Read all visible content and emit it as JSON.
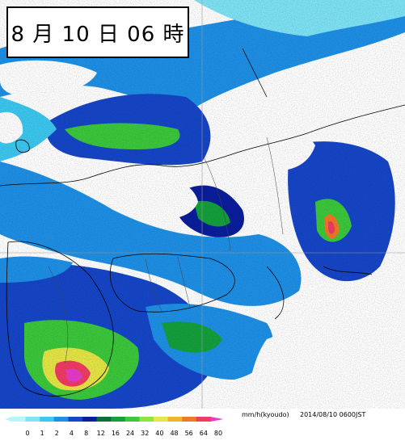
{
  "header": {
    "time_label": "8 月 10 日 06 時"
  },
  "legend": {
    "unit_label": "mm/h(kyoudo)",
    "timestamp": "2014/08/10 0600JST",
    "ticks": [
      "0",
      "1",
      "2",
      "4",
      "8",
      "12",
      "16",
      "24",
      "32",
      "40",
      "48",
      "56",
      "64",
      "80"
    ],
    "colors": [
      "#b8f4f8",
      "#7fe4f5",
      "#3cc8f0",
      "#1e90e6",
      "#1646c8",
      "#0a1e9c",
      "#0d6e3c",
      "#14a03c",
      "#3cc83c",
      "#8ce63c",
      "#e6e646",
      "#f0b428",
      "#f07828",
      "#f03c64",
      "#e63cc8"
    ],
    "no_data_color": "#ffffff"
  },
  "map": {
    "description_colors": {
      "land_background": "#ffffff",
      "sea_background": "#ffffff",
      "coastline": "#000000",
      "prefecture_border": "#555555",
      "grid": "#999999"
    }
  }
}
